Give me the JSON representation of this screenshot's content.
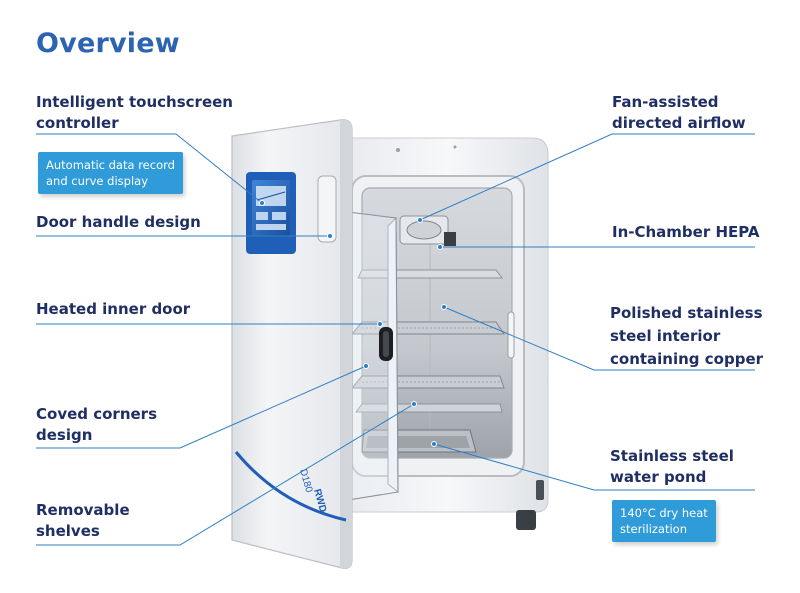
{
  "title": "Overview",
  "callouts": {
    "touchscreen": {
      "line1": "Intelligent touchscreen",
      "line2": "controller"
    },
    "touchscreen_badge": {
      "line1": "Automatic data record",
      "line2": "and curve display"
    },
    "door_handle": "Door handle design",
    "heated_door": "Heated inner door",
    "coved_corners": {
      "line1": "Coved corners",
      "line2": "design"
    },
    "shelves": {
      "line1": "Removable",
      "line2": "shelves"
    },
    "airflow": {
      "line1": "Fan-assisted",
      "line2": "directed airflow"
    },
    "hepa": "In-Chamber HEPA",
    "steel_interior": {
      "line1": "Polished stainless",
      "line2": "steel interior",
      "line3": "containing copper"
    },
    "water_pond": {
      "line1": "Stainless steel",
      "line2": "water pond"
    },
    "water_pond_badge": {
      "line1": "140°C dry heat",
      "line2": "sterilization"
    }
  },
  "device": {
    "brand_text": "RWD",
    "model_text": "D180",
    "icons": [
      "touchscreen-icon",
      "door-handle-icon",
      "shelf-icon",
      "fan-icon"
    ]
  },
  "colors": {
    "title": "#2d64b1",
    "label": "#1f2f63",
    "badge": "#2f9bd8",
    "leader_line": "#2f7fc6",
    "screen_frame": "#1f5fb8"
  }
}
